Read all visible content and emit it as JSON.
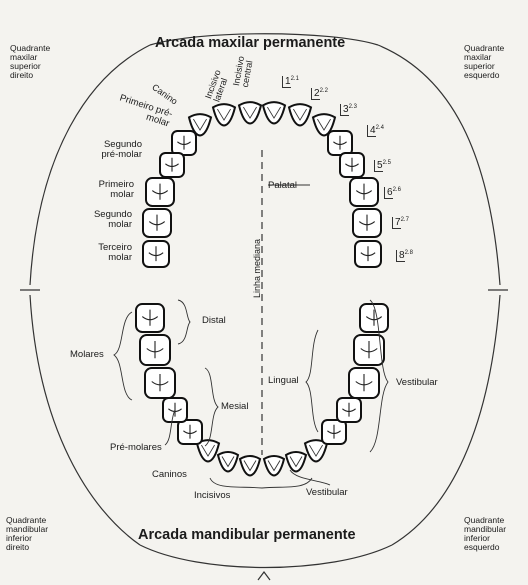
{
  "titles": {
    "upper": "Arcada maxilar permanente",
    "lower": "Arcada mandibular permanente"
  },
  "quadrants": {
    "upper_right": "Quadrante\nmaxilar\nsuperior\ndireito",
    "upper_left": "Quadrante\nmaxilar\nsuperior\nesquerdo",
    "lower_right": "Quadrante\nmandibular\ninferior\ndireito",
    "lower_left": "Quadrante\nmandibular\ninferior\nesquerdo"
  },
  "upper_teeth_labels": {
    "incisivo_central": "Incisivo central",
    "incisivo_lateral": "Incisivo lateral",
    "canino": "Canino",
    "primeiro_pre_molar": "Primeiro pré-molar",
    "segundo_pre_molar": "Segundo pré-molar",
    "primeiro_molar": "Primeiro molar",
    "segundo_molar": "Segundo molar",
    "terceiro_molar": "Terceiro molar"
  },
  "upper_numbers": [
    {
      "n": "1",
      "code": "2.1"
    },
    {
      "n": "2",
      "code": "2.2"
    },
    {
      "n": "3",
      "code": "2.3"
    },
    {
      "n": "4",
      "code": "2.4"
    },
    {
      "n": "5",
      "code": "2.5"
    },
    {
      "n": "6",
      "code": "2.6"
    },
    {
      "n": "7",
      "code": "2.7"
    },
    {
      "n": "8",
      "code": "2.8"
    }
  ],
  "upper_other": {
    "palatal": "Palatal",
    "linha_mediana": "Linha mediana"
  },
  "lower_labels": {
    "distal": "Distal",
    "molares": "Molares",
    "mesial": "Mesial",
    "pre_molares": "Pré-molares",
    "caninos": "Caninos",
    "incisivos": "Incisivos",
    "lingual": "Lingual",
    "vestibular_right": "Vestibular",
    "vestibular_bottom": "Vestibular"
  }
}
